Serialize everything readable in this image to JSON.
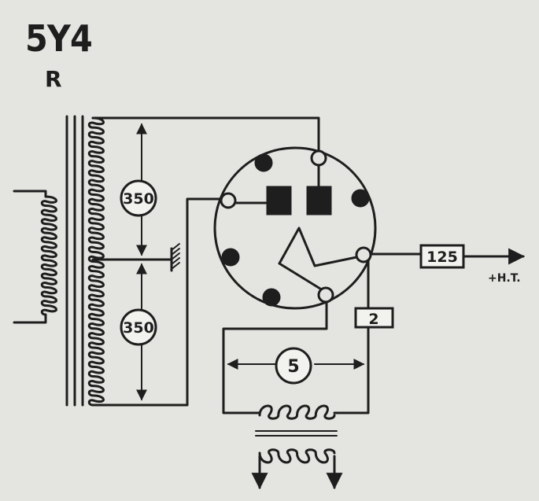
{
  "diagram": {
    "tube_type": "5Y4",
    "variant": "R",
    "voltage_upper": "350",
    "voltage_lower": "350",
    "filament_voltage": "5",
    "pin_label_cathode_side": "2",
    "output_box": "125",
    "output_label": "+H.T."
  },
  "colors": {
    "ink": "#1e1e1e",
    "paper": "#e4e4e0",
    "box_fill": "#f2f2ee"
  }
}
